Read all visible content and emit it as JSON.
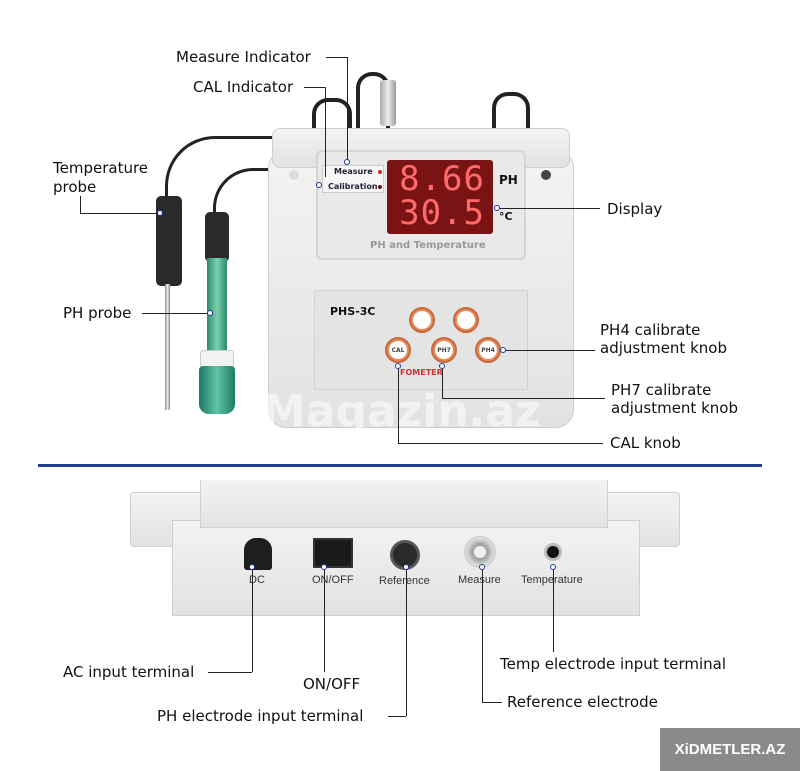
{
  "top": {
    "callouts": {
      "measure_indicator": "Measure Indicator",
      "cal_indicator": "CAL Indicator",
      "temperature_probe": [
        "Temperature",
        "probe"
      ],
      "ph_probe": "PH probe",
      "display": "Display",
      "ph4_knob": [
        "PH4 calibrate",
        "adjustment knob"
      ],
      "ph7_knob": [
        "PH7 calibrate",
        "adjustment knob"
      ],
      "cal_knob": "CAL knob"
    },
    "device": {
      "indicator_measure": "Measure",
      "indicator_calibration": "Calibration",
      "ph_value": "8.66",
      "temp_value": "30.5",
      "ph_unit": "PH",
      "temp_unit": "°C",
      "display_caption": "PH and Temperature",
      "model": "PHS-3C",
      "knobs": [
        "CAL",
        "PH7",
        "PH4"
      ],
      "brand": "FOMETER"
    }
  },
  "bottom": {
    "ports": [
      "DC",
      "ON/OFF",
      "Reference",
      "Measure",
      "Temperature"
    ],
    "callouts": {
      "ac_input": "AC input terminal",
      "on_off": "ON/OFF",
      "ph_electrode": "PH electrode input terminal",
      "reference_electrode": "Reference electrode",
      "temp_electrode": "Temp electrode input terminal"
    }
  },
  "watermarks": {
    "center": "Maqazin.az",
    "corner": "XiDMETLER.AZ"
  },
  "colors": {
    "divider": "#1f3f8f",
    "display_bg": "#7a1414",
    "knob": "#e58a5a"
  }
}
